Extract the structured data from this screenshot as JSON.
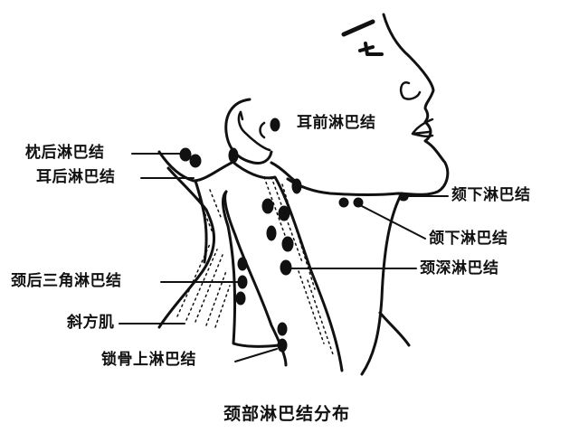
{
  "figure": {
    "title": "颈部淋巴结分布",
    "ink_color": "#111111",
    "background": "#ffffff"
  },
  "labels": {
    "occipital": "枕后淋巴结",
    "postauricular": "耳后淋巴结",
    "preauricular": "耳前淋巴结",
    "submental": "颏下淋巴结",
    "submandibular": "颌下淋巴结",
    "deep_cervical": "颈深淋巴结",
    "posterior_triangle": "颈后三角淋巴结",
    "trapezius": "斜方肌",
    "supraclavicular": "锁骨上淋巴结"
  }
}
